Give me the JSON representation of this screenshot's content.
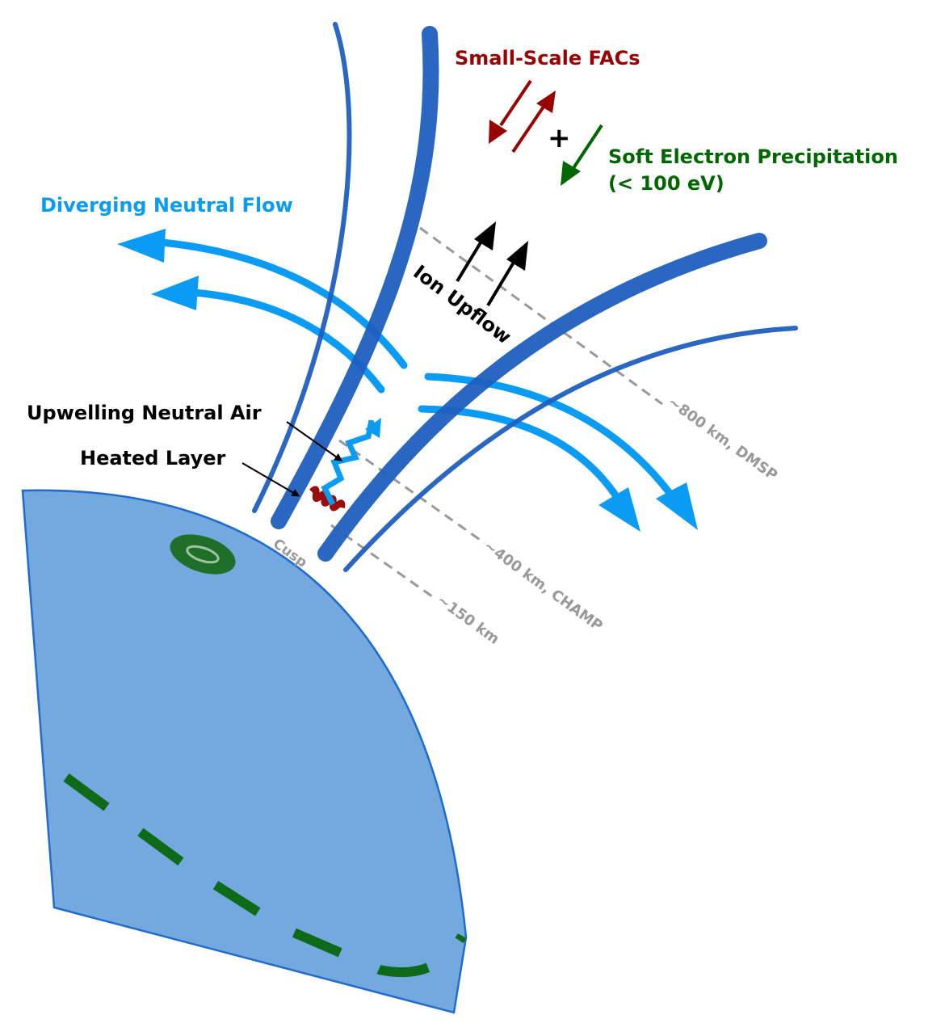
{
  "labels": {
    "small_scale_facs": "Small-Scale FACs",
    "plus": "+",
    "soft_electron_line1": "Soft Electron Precipitation",
    "soft_electron_line2": "(< 100 eV)",
    "diverging_neutral_flow": "Diverging Neutral Flow",
    "ion_upflow": "Ion Upflow",
    "upwelling_neutral_air": "Upwelling Neutral Air",
    "heated_layer": "Heated Layer",
    "cusp": "Cusp",
    "alt_800": "~800 km, DMSP",
    "alt_400": "~400 km, CHAMP",
    "alt_150": "~150 km"
  },
  "colors": {
    "field_line": "#1f5fbf",
    "neutral_flow": "#0a9cf5",
    "earth_fill": "#74a9e0",
    "earth_stroke": "#1f6ccc",
    "fac": "#990000",
    "electron": "#006600",
    "oval": "#1f6e2a",
    "altitude_line": "#999999",
    "heated_coil": "#9b0d0d",
    "black": "#000000"
  }
}
